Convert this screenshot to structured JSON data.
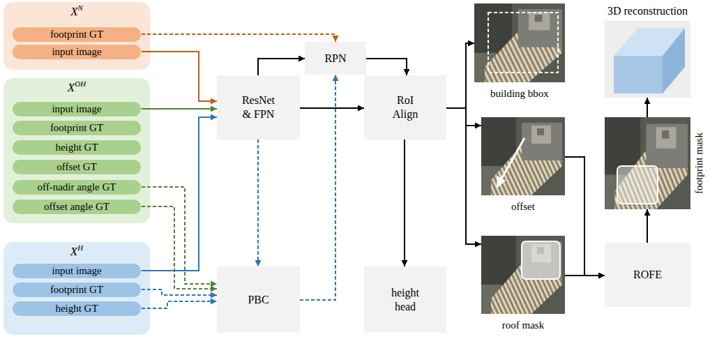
{
  "diagram": {
    "nodes": [
      {
        "text": [
          "X",
          "N"
        ]
      },
      {
        "text": [
          "footprint GT"
        ],
        "in": 0
      },
      {
        "text": [
          "input image"
        ],
        "in": 0
      },
      {
        "text": [
          "X",
          "OH"
        ]
      },
      {
        "text": [
          "input image"
        ],
        "in": 3
      },
      {
        "text": [
          "footprint GT"
        ],
        "in": 3
      },
      {
        "text": [
          "height GT"
        ],
        "in": 3
      },
      {
        "text": [
          "offset GT"
        ],
        "in": 3
      },
      {
        "text": [
          "off-nadir angle GT"
        ],
        "in": 3
      },
      {
        "text": [
          "offset angle GT"
        ],
        "in": 3
      },
      {
        "text": [
          "X",
          "H"
        ]
      },
      {
        "text": [
          "input image"
        ],
        "in": 10
      },
      {
        "text": [
          "footprint GT"
        ],
        "in": 10
      },
      {
        "text": [
          "height GT"
        ],
        "in": 10
      },
      {
        "text": [
          "ResNet & FPN"
        ]
      },
      {
        "text": [
          "RPN"
        ]
      },
      {
        "text": [
          "RoI Align"
        ]
      },
      {
        "text": [
          "PBC"
        ]
      },
      {
        "text": [
          "height head"
        ]
      },
      {
        "text": [
          "building bbox"
        ]
      },
      {
        "text": [
          "offset"
        ]
      },
      {
        "text": [
          "roof mask"
        ]
      },
      {
        "text": [
          "ROFE"
        ]
      },
      {
        "text": [
          "footprint mask"
        ]
      },
      {
        "text": [
          "3D reconstruction"
        ]
      }
    ],
    "edges": [
      {
        "from": 2,
        "to": 14,
        "arrow": "to"
      },
      {
        "from": 1,
        "to": 15,
        "arrow": "to"
      },
      {
        "from": 4,
        "to": 14,
        "arrow": "to"
      },
      {
        "from": 11,
        "to": 14,
        "arrow": "to"
      },
      {
        "from": 14,
        "to": 15,
        "arrow": "to"
      },
      {
        "from": 14,
        "to": 16,
        "arrow": "to"
      },
      {
        "from": 15,
        "to": 16,
        "arrow": "to"
      },
      {
        "from": 14,
        "to": 17,
        "arrow": "to"
      },
      {
        "from": 17,
        "to": 15,
        "arrow": "to"
      },
      {
        "from": 8,
        "to": 17,
        "arrow": "to"
      },
      {
        "from": 9,
        "to": 17,
        "arrow": "to"
      },
      {
        "from": 12,
        "to": 17,
        "arrow": "to"
      },
      {
        "from": 13,
        "to": 17,
        "arrow": "to"
      },
      {
        "from": 16,
        "to": 19,
        "arrow": "to"
      },
      {
        "from": 16,
        "to": 20,
        "arrow": "to"
      },
      {
        "from": 16,
        "to": 21,
        "arrow": "to"
      },
      {
        "from": 16,
        "to": 18,
        "arrow": "to"
      },
      {
        "from": 20,
        "to": 22,
        "arrow": "to"
      },
      {
        "from": 21,
        "to": 22,
        "arrow": "to"
      },
      {
        "from": 22,
        "to": 23,
        "arrow": "to"
      },
      {
        "from": 23,
        "to": 24,
        "arrow": "to"
      }
    ]
  }
}
